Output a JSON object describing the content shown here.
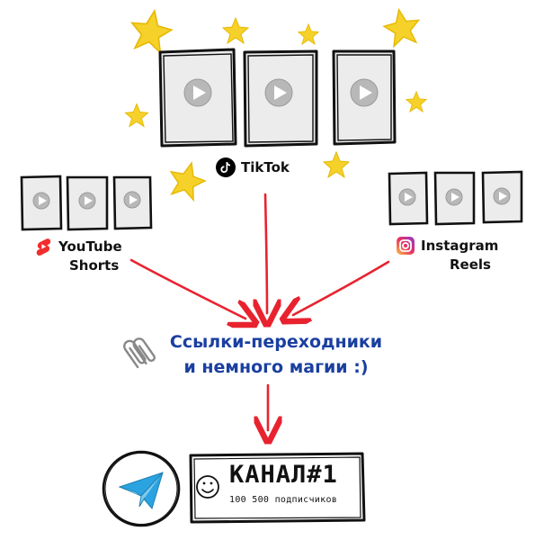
{
  "platforms": {
    "tiktok": {
      "label": "TikTok"
    },
    "youtube": {
      "label_line1": "YouTube",
      "label_line2": "Shorts"
    },
    "instagram": {
      "label_line1": "Instagram",
      "label_line2": "Reels"
    }
  },
  "hub": {
    "line1": "Ссылки-переходники",
    "line2": "и немного магии :)"
  },
  "channel": {
    "name": "КАНАЛ#1",
    "subscribers": "100 500 подписчиков"
  },
  "colors": {
    "arrow": "#e8232f",
    "hub_text": "#1a3fa0",
    "star": "#f5d12a",
    "telegram": "#2aa3e0"
  },
  "icons": [
    "star-icon",
    "play-icon",
    "tiktok-icon",
    "youtube-shorts-icon",
    "instagram-icon",
    "paperclip-icon",
    "telegram-plane-icon",
    "smiley-icon"
  ]
}
